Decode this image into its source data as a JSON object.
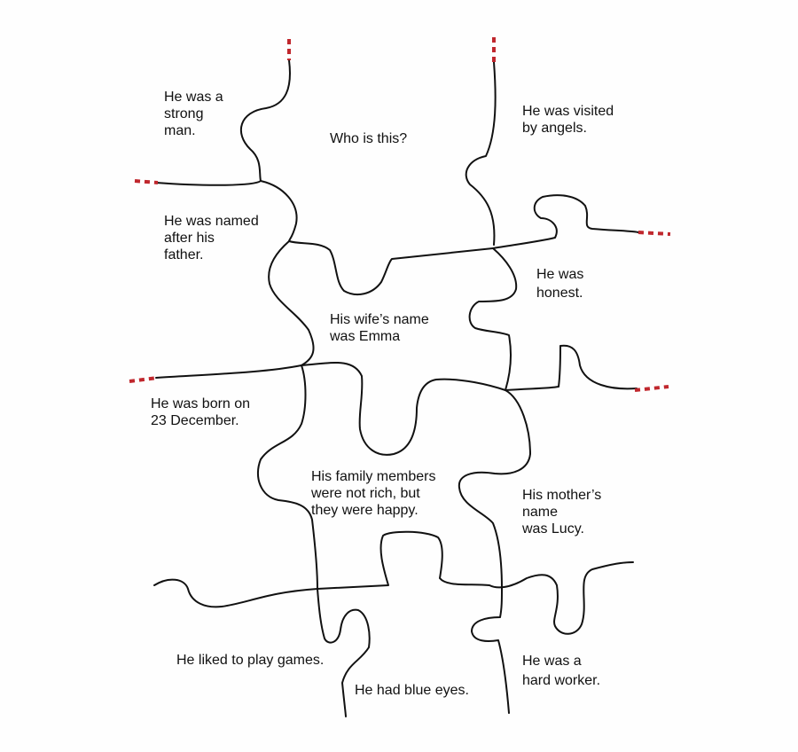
{
  "colors": {
    "background": "#fefefe",
    "line": "#111111",
    "cut_marker": "#c0272d",
    "text": "#111111"
  },
  "pieces": [
    {
      "id": "strong",
      "text": "He was a\nstrong\nman."
    },
    {
      "id": "center-title",
      "text": "Who is this?"
    },
    {
      "id": "angels",
      "text": "He was visited\nby angels."
    },
    {
      "id": "named",
      "text": "He was named\nafter his\nfather."
    },
    {
      "id": "honest",
      "text": "He was\nhonest."
    },
    {
      "id": "wife",
      "text": "His wife’s name\nwas Emma"
    },
    {
      "id": "born",
      "text": "He was born on\n23 December."
    },
    {
      "id": "family",
      "text": "His family members\nwere not rich, but\nthey were happy."
    },
    {
      "id": "mother",
      "text": "His mother’s\nname\nwas Lucy."
    },
    {
      "id": "games",
      "text": "He liked to play games."
    },
    {
      "id": "eyes",
      "text": "He had blue eyes."
    },
    {
      "id": "worker",
      "text": "He was a\nhard worker."
    }
  ]
}
